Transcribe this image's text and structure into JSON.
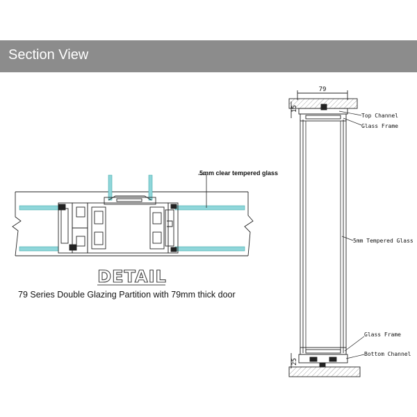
{
  "header": {
    "title": "Section View"
  },
  "detail": {
    "heading": "DETAIL",
    "caption": "79 Series Double Glazing Partition with 79mm thick door",
    "glass_label": "5mm clear tempered glass"
  },
  "section": {
    "dim_width": "79",
    "dim_top": "15",
    "dim_bottom": "25",
    "labels": {
      "top_channel": "Top Channel",
      "glass_frame_top": "Glass Frame",
      "tempered_glass": "5mm Tempered Glass",
      "glass_frame_bottom": "Glass Frame",
      "bottom_channel": "Bottom Channel"
    }
  },
  "colors": {
    "header_bg": "#8c8c8c",
    "glass": "#8fd6da",
    "line": "#222222"
  }
}
